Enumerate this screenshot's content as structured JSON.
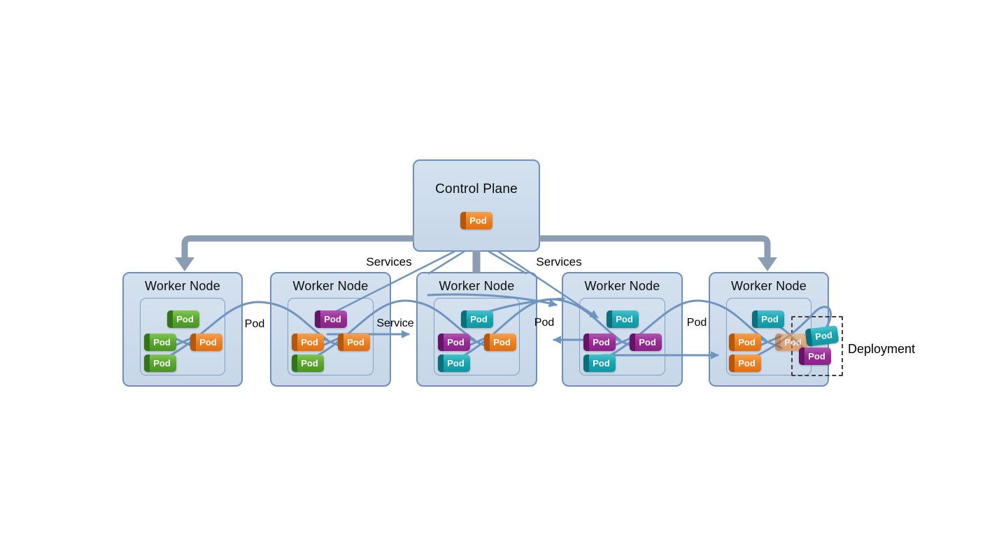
{
  "control_plane": {
    "title": "Control Plane",
    "pod": {
      "label": "Pod",
      "color": "orange"
    }
  },
  "nodes": [
    {
      "title": "Worker Node",
      "pods": [
        {
          "label": "Pod",
          "color": "green"
        },
        {
          "label": "Pod",
          "color": "green"
        },
        {
          "label": "Pod",
          "color": "orange"
        },
        {
          "label": "Pod",
          "color": "green"
        }
      ]
    },
    {
      "title": "Worker Node",
      "pods": [
        {
          "label": "Pod",
          "color": "purple"
        },
        {
          "label": "Pod",
          "color": "orange"
        },
        {
          "label": "Pod",
          "color": "orange"
        },
        {
          "label": "Pod",
          "color": "green"
        }
      ]
    },
    {
      "title": "Worker Node",
      "pods": [
        {
          "label": "Pod",
          "color": "teal"
        },
        {
          "label": "Pod",
          "color": "purple"
        },
        {
          "label": "Pod",
          "color": "orange"
        },
        {
          "label": "Pod",
          "color": "teal"
        }
      ]
    },
    {
      "title": "Worker Node",
      "pods": [
        {
          "label": "Pod",
          "color": "teal"
        },
        {
          "label": "Pod",
          "color": "purple"
        },
        {
          "label": "Pod",
          "color": "purple"
        },
        {
          "label": "Pod",
          "color": "teal"
        }
      ]
    },
    {
      "title": "Worker Node",
      "pods": [
        {
          "label": "Pod",
          "color": "teal"
        },
        {
          "label": "Pod",
          "color": "orange"
        },
        {
          "label": "Pod",
          "color": "orange",
          "faded": true
        },
        {
          "label": "Pod",
          "color": "orange"
        }
      ]
    }
  ],
  "deployment": {
    "label": "Deployment",
    "pods": [
      {
        "label": "Pod",
        "color": "teal"
      },
      {
        "label": "Pod",
        "color": "purple"
      }
    ]
  },
  "labels": {
    "services_left": "Services",
    "services_right": "Services",
    "pod_between_1_2": "Pod",
    "service_between_2_3": "Service",
    "pod_between_3_4": "Pod",
    "pod_between_4_5": "Pod"
  },
  "colors": {
    "node_fill": "#cbdaea",
    "node_border": "#6d8fb8",
    "wire_blue": "#6e94c1",
    "wire_gray": "#8b9db2",
    "pod_green": "#58a82e",
    "pod_orange": "#ef8122",
    "pod_purple": "#9a2b97",
    "pod_teal": "#16a5b1"
  }
}
